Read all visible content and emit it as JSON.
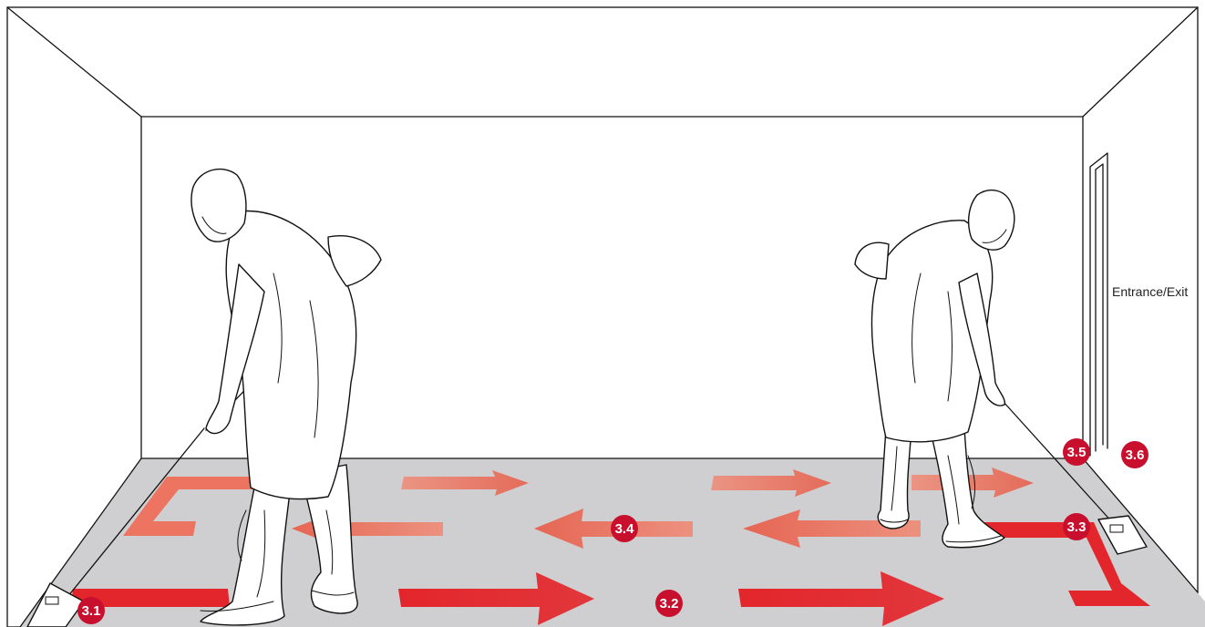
{
  "colors": {
    "floor": "#cfcfd1",
    "arrow_strong": "#e3262b",
    "arrow_light": "#ea6e55",
    "marker": "#c8102e",
    "line": "#111111",
    "background": "#ffffff"
  },
  "door": {
    "label": "Entrance/Exit"
  },
  "steps": [
    {
      "id": "3.1",
      "label": "3.1"
    },
    {
      "id": "3.2",
      "label": "3.2"
    },
    {
      "id": "3.3",
      "label": "3.3"
    },
    {
      "id": "3.4",
      "label": "3.4"
    },
    {
      "id": "3.5",
      "label": "3.5"
    },
    {
      "id": "3.6",
      "label": "3.6"
    }
  ],
  "figures": [
    {
      "name": "cleaner-left",
      "description_icon": "person-in-coverall-mopping-icon"
    },
    {
      "name": "cleaner-right",
      "description_icon": "person-in-coverall-mopping-icon"
    }
  ]
}
